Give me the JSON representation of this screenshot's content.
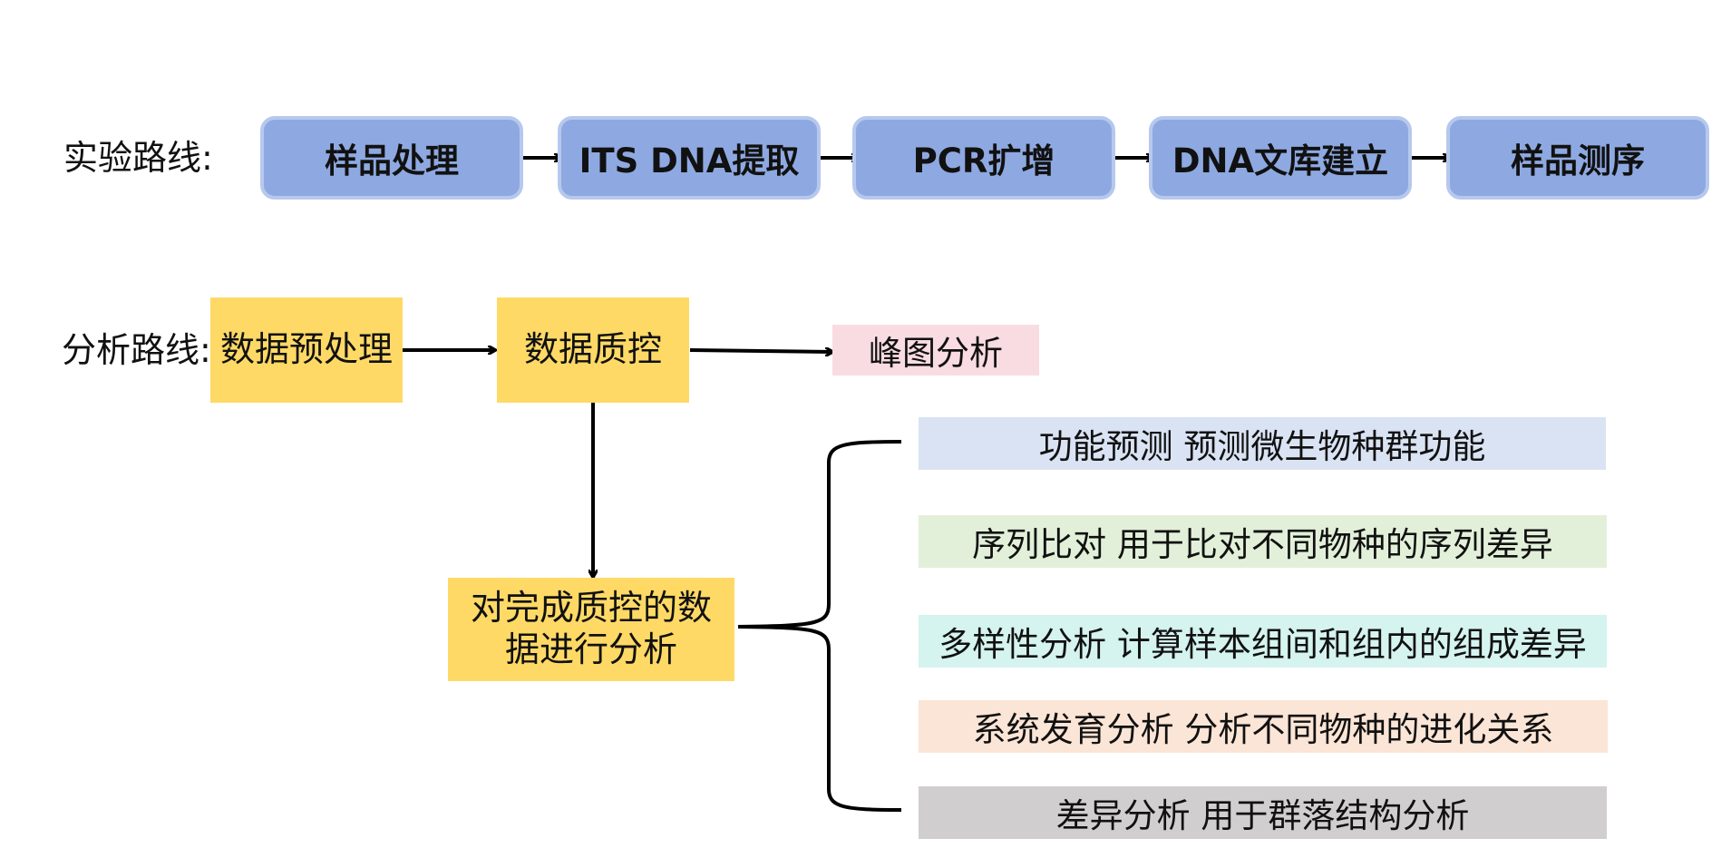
{
  "experiment": {
    "label": "实验路线:",
    "steps": [
      "样品处理",
      "ITS DNA提取",
      "PCR扩增",
      "DNA文库建立",
      "样品测序"
    ]
  },
  "analysis": {
    "label": "分析路线:",
    "preprocess": "数据预处理",
    "qc": "数据质控",
    "peak": "峰图分析",
    "analyze": "对完成质控的数据进行分析",
    "branches": [
      {
        "text": "功能预测 预测微生物种群功能",
        "color": "#dae3f3"
      },
      {
        "text": "序列比对 用于比对不同物种的序列差异",
        "color": "#e2f0d9"
      },
      {
        "text": "多样性分析 计算样本组间和组内的组成差异",
        "color": "#d5f3ef"
      },
      {
        "text": "系统发育分析 分析不同物种的进化关系",
        "color": "#fbe5d6"
      },
      {
        "text": "差异分析 用于群落结构分析",
        "color": "#d0cece"
      }
    ]
  },
  "colors": {
    "step_fill": "#8ea9e1",
    "step_border": "#b7c8ee",
    "yellow": "#fed966",
    "peak_fill": "#f8dce1"
  }
}
